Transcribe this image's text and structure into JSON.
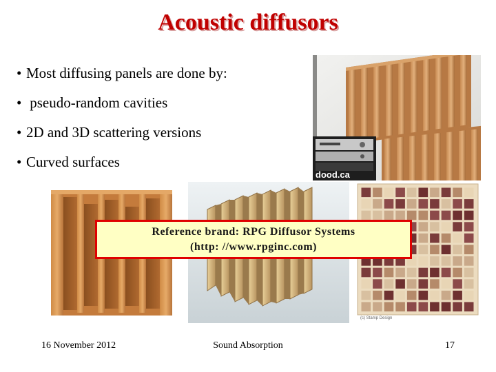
{
  "slide": {
    "title": "Acoustic diffusors",
    "bullets": [
      "Most diffusing panels are done by:",
      " pseudo-random cavities",
      "2D and 3D scattering versions",
      "Curved surfaces"
    ],
    "bullet_glyph": "•"
  },
  "images": {
    "room_photo": {
      "watermark": "dood.ca"
    },
    "panel_grid": {
      "watermark": "(c) Stamp Design"
    }
  },
  "callout": {
    "line1": "Reference brand: RPG Diffusor Systems",
    "line2": "(http: //www.rpginc.com)"
  },
  "footer": {
    "date": "16 November 2012",
    "topic": "Sound Absorption",
    "page": "17"
  },
  "colors": {
    "title": "#c00000",
    "callout_border": "#e00000",
    "callout_fill": "#ffffc4"
  }
}
